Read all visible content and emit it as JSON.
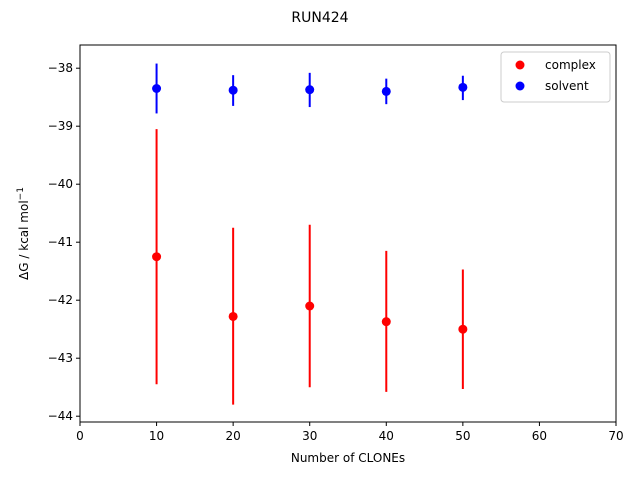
{
  "chart_data": {
    "type": "scatter",
    "title": "RUN424",
    "xlabel": "Number of CLONEs",
    "ylabel_main": "ΔG / kcal mol",
    "ylabel_sup": "−1",
    "xlim": [
      0,
      70
    ],
    "ylim": [
      -44.1,
      -37.6
    ],
    "xticks": [
      0,
      10,
      20,
      30,
      40,
      50,
      60,
      70
    ],
    "yticks": [
      -44,
      -43,
      -42,
      -41,
      -40,
      -39,
      -38
    ],
    "xtick_labels": [
      "0",
      "10",
      "20",
      "30",
      "40",
      "50",
      "60",
      "70"
    ],
    "ytick_labels": [
      "−44",
      "−43",
      "−42",
      "−41",
      "−40",
      "−39",
      "−38"
    ],
    "grid": false,
    "legend_position": "top-right",
    "series": [
      {
        "name": "complex",
        "color": "#ff0000",
        "x": [
          10,
          20,
          30,
          40,
          50
        ],
        "y": [
          -41.25,
          -42.28,
          -42.1,
          -42.37,
          -42.5
        ],
        "err_low": [
          -43.45,
          -43.8,
          -43.5,
          -43.58,
          -43.53
        ],
        "err_high": [
          -39.05,
          -40.75,
          -40.7,
          -41.15,
          -41.47
        ]
      },
      {
        "name": "solvent",
        "color": "#0000ff",
        "x": [
          10,
          20,
          30,
          40,
          50
        ],
        "y": [
          -38.35,
          -38.38,
          -38.37,
          -38.4,
          -38.33
        ],
        "err_low": [
          -38.78,
          -38.65,
          -38.67,
          -38.62,
          -38.55
        ],
        "err_high": [
          -37.92,
          -38.12,
          -38.08,
          -38.18,
          -38.13
        ]
      }
    ]
  }
}
